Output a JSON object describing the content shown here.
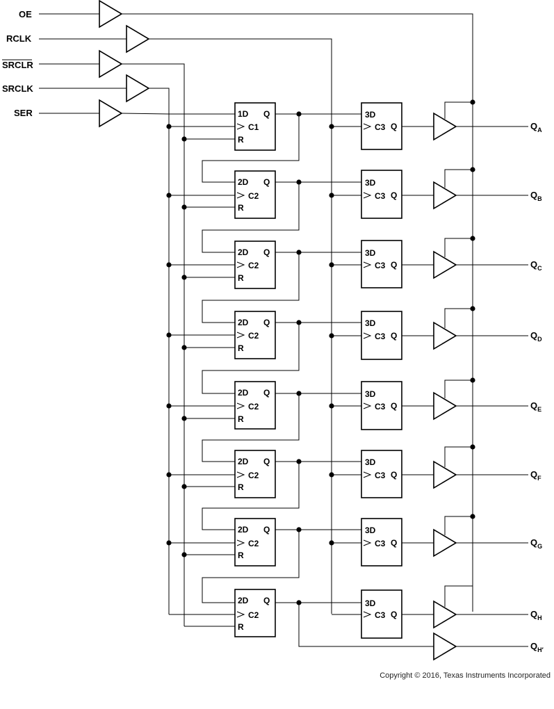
{
  "inputs": {
    "oe": "OE",
    "rclk": "RCLK",
    "srclr": "SRCLR",
    "srclk": "SRCLK",
    "ser": "SER"
  },
  "shift_stages": [
    {
      "d": "1D",
      "c": "C1",
      "r": "R",
      "q": "Q"
    },
    {
      "d": "2D",
      "c": "C2",
      "r": "R",
      "q": "Q"
    },
    {
      "d": "2D",
      "c": "C2",
      "r": "R",
      "q": "Q"
    },
    {
      "d": "2D",
      "c": "C2",
      "r": "R",
      "q": "Q"
    },
    {
      "d": "2D",
      "c": "C2",
      "r": "R",
      "q": "Q"
    },
    {
      "d": "2D",
      "c": "C2",
      "r": "R",
      "q": "Q"
    },
    {
      "d": "2D",
      "c": "C2",
      "r": "R",
      "q": "Q"
    },
    {
      "d": "2D",
      "c": "C2",
      "r": "R",
      "q": "Q"
    }
  ],
  "storage_stages": [
    {
      "d": "3D",
      "c": "C3",
      "q": "Q"
    },
    {
      "d": "3D",
      "c": "C3",
      "q": "Q"
    },
    {
      "d": "3D",
      "c": "C3",
      "q": "Q"
    },
    {
      "d": "3D",
      "c": "C3",
      "q": "Q"
    },
    {
      "d": "3D",
      "c": "C3",
      "q": "Q"
    },
    {
      "d": "3D",
      "c": "C3",
      "q": "Q"
    },
    {
      "d": "3D",
      "c": "C3",
      "q": "Q"
    },
    {
      "d": "3D",
      "c": "C3",
      "q": "Q"
    }
  ],
  "outputs": [
    {
      "base": "Q",
      "sub": "A"
    },
    {
      "base": "Q",
      "sub": "B"
    },
    {
      "base": "Q",
      "sub": "C"
    },
    {
      "base": "Q",
      "sub": "D"
    },
    {
      "base": "Q",
      "sub": "E"
    },
    {
      "base": "Q",
      "sub": "F"
    },
    {
      "base": "Q",
      "sub": "G"
    },
    {
      "base": "Q",
      "sub": "H"
    },
    {
      "base": "Q",
      "sub": "H′"
    }
  ],
  "copyright": "Copyright © 2016, Texas Instruments Incorporated"
}
